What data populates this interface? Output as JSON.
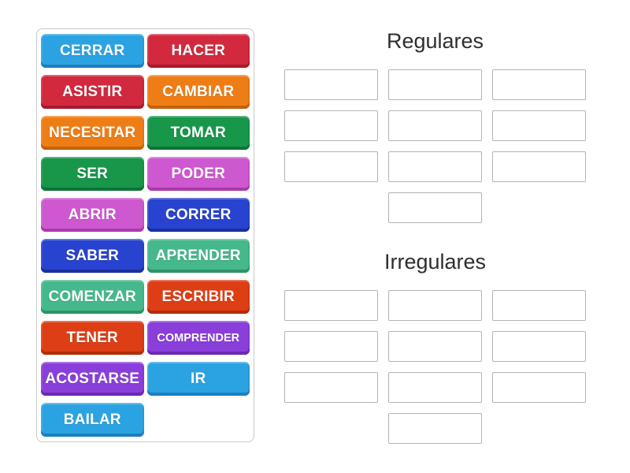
{
  "colors": {
    "sky_blue": {
      "bg": "#2BA3E2",
      "edge": "#1E7FBD"
    },
    "crimson": {
      "bg": "#D2293E",
      "edge": "#A51A2E"
    },
    "orange": {
      "bg": "#EF7D15",
      "edge": "#C26208"
    },
    "green": {
      "bg": "#18964A",
      "edge": "#0E7338"
    },
    "orchid": {
      "bg": "#CE58D0",
      "edge": "#A83BAC"
    },
    "royal_blue": {
      "bg": "#2843D0",
      "edge": "#1B2F9E"
    },
    "sea_green": {
      "bg": "#45B98B",
      "edge": "#2F9269"
    },
    "vermilion": {
      "bg": "#DE3E15",
      "edge": "#B02D0B"
    },
    "purple": {
      "bg": "#8A3FDB",
      "edge": "#6A2AB2"
    }
  },
  "word_bank": {
    "tiles": [
      {
        "label": "CERRAR",
        "color": "sky_blue"
      },
      {
        "label": "ASISTIR",
        "color": "crimson"
      },
      {
        "label": "NECESITAR",
        "color": "orange"
      },
      {
        "label": "SER",
        "color": "green"
      },
      {
        "label": "ABRIR",
        "color": "orchid"
      },
      {
        "label": "SABER",
        "color": "royal_blue"
      },
      {
        "label": "COMENZAR",
        "color": "sea_green"
      },
      {
        "label": "TENER",
        "color": "vermilion"
      },
      {
        "label": "ACOSTARSE",
        "color": "purple"
      },
      {
        "label": "BAILAR",
        "color": "sky_blue"
      },
      {
        "label": "HACER",
        "color": "crimson"
      },
      {
        "label": "CAMBIAR",
        "color": "orange"
      },
      {
        "label": "TOMAR",
        "color": "green"
      },
      {
        "label": "PODER",
        "color": "orchid"
      },
      {
        "label": "CORRER",
        "color": "royal_blue"
      },
      {
        "label": "APRENDER",
        "color": "sea_green"
      },
      {
        "label": "ESCRIBIR",
        "color": "vermilion"
      },
      {
        "label": "COMPRENDER",
        "color": "purple"
      },
      {
        "label": "IR",
        "color": "sky_blue"
      }
    ]
  },
  "groups": [
    {
      "title": "Regulares",
      "slot_count": 10
    },
    {
      "title": "Irregulares",
      "slot_count": 10
    }
  ]
}
